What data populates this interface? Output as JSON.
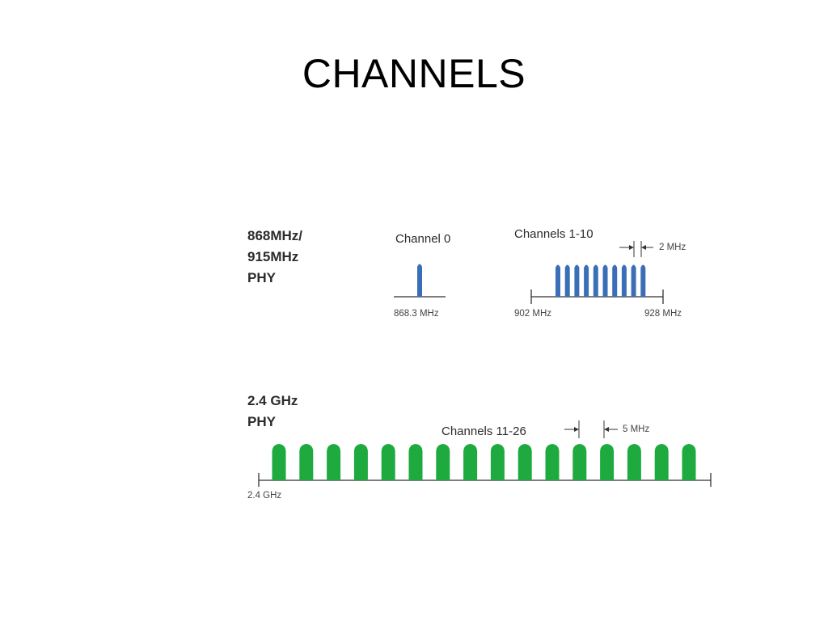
{
  "slide": {
    "title": "CHANNELS"
  },
  "colors": {
    "sub_ghz_channel": "#3a6fb8",
    "ghz_channel": "#1faa3f",
    "axis": "#333333",
    "text": "#2b2b2b"
  },
  "sub_ghz": {
    "phy_label_lines": [
      "868MHz/",
      "915MHz",
      "PHY"
    ],
    "channel0": {
      "label": "Channel 0",
      "freq_label": "868.3 MHz",
      "count": 1
    },
    "channels_1_10": {
      "label": "Channels 1-10",
      "count": 10,
      "spacing_label": "2 MHz",
      "start_freq_label": "902 MHz",
      "end_freq_label": "928 MHz"
    }
  },
  "ghz": {
    "phy_label_lines": [
      "2.4 GHz",
      "PHY"
    ],
    "channels_11_26": {
      "label": "Channels 11-26",
      "count": 16,
      "spacing_label": "5 MHz",
      "start_freq_label": "2.4 GHz"
    }
  }
}
